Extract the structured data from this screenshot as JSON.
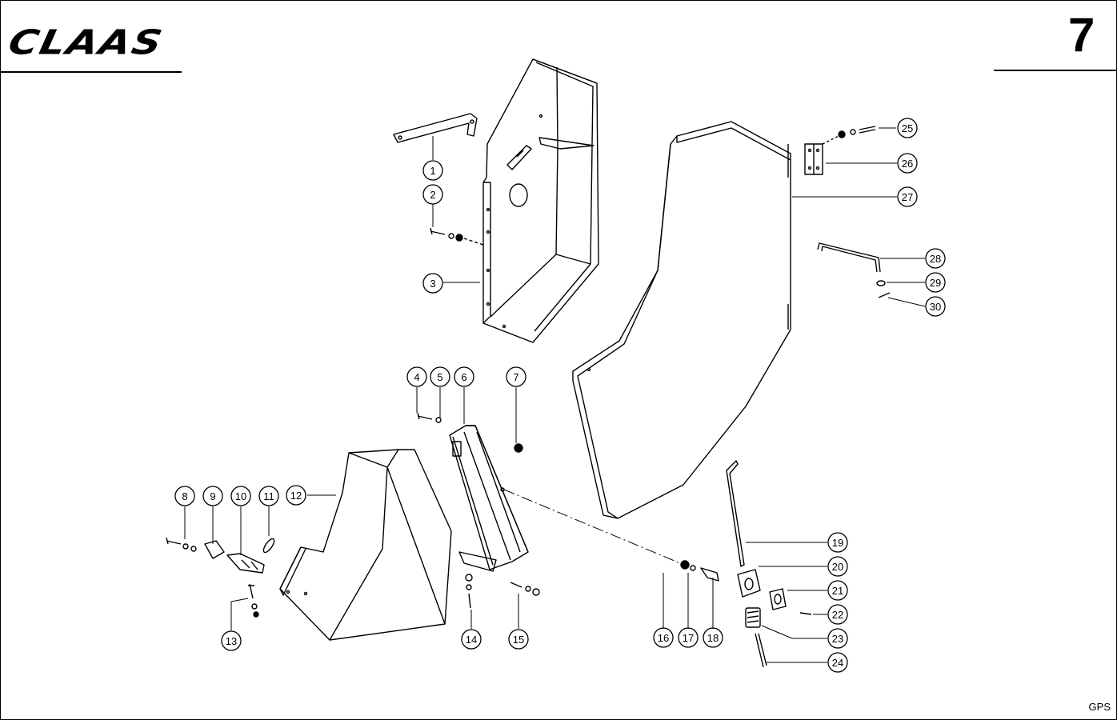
{
  "header": {
    "brand": "CLAAS",
    "page_number": "7"
  },
  "footer": {
    "code": "GPS"
  },
  "callouts": [
    "1",
    "2",
    "3",
    "4",
    "5",
    "6",
    "7",
    "8",
    "9",
    "10",
    "11",
    "12",
    "13",
    "14",
    "15",
    "16",
    "17",
    "18",
    "19",
    "20",
    "21",
    "22",
    "23",
    "24",
    "25",
    "26",
    "27",
    "28",
    "29",
    "30"
  ]
}
